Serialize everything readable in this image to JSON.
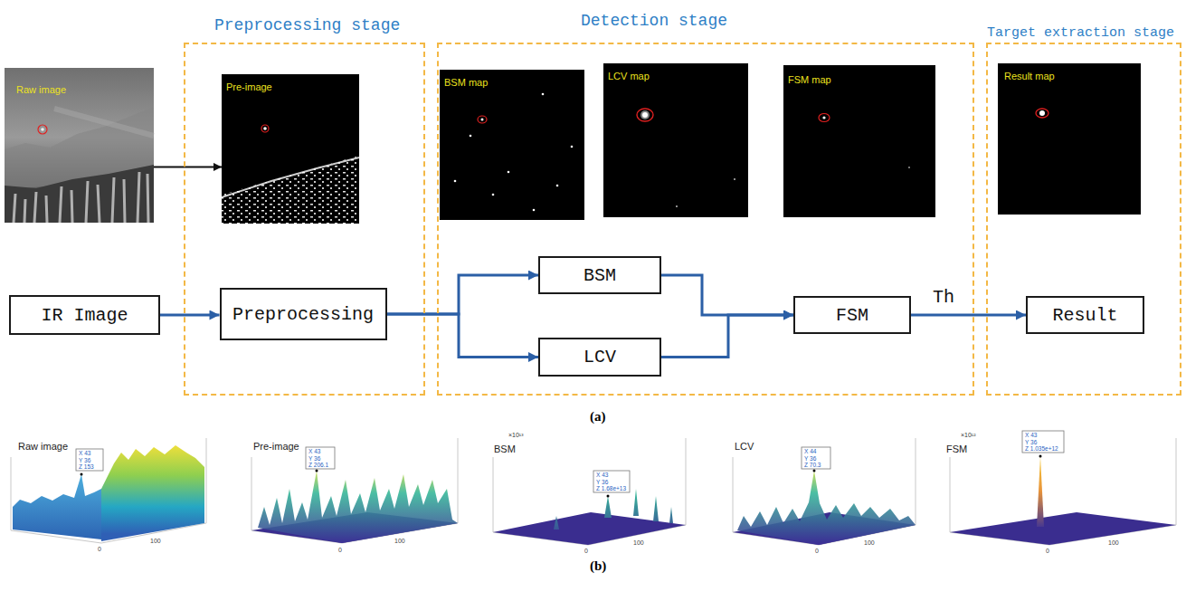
{
  "diagram": {
    "nodes": [
      {
        "text": [
          "Preprocessing stage"
        ]
      },
      {
        "text": [
          "Detection stage"
        ]
      },
      {
        "text": [
          "Target extraction stage"
        ]
      },
      {
        "text": [
          "Raw image"
        ]
      },
      {
        "text": [
          "Pre-image"
        ],
        "in": 0
      },
      {
        "text": [
          "BSM map"
        ],
        "in": 1
      },
      {
        "text": [
          "LCV map"
        ],
        "in": 1
      },
      {
        "text": [
          "FSM map"
        ],
        "in": 1
      },
      {
        "text": [
          "Result map"
        ],
        "in": 2
      },
      {
        "text": [
          "IR Image"
        ]
      },
      {
        "text": [
          "Preprocessing"
        ],
        "in": 0
      },
      {
        "text": [
          "BSM"
        ],
        "in": 1
      },
      {
        "text": [
          "LCV"
        ],
        "in": 1
      },
      {
        "text": [
          "FSM"
        ],
        "in": 1
      },
      {
        "text": [
          "Result"
        ],
        "in": 2
      }
    ],
    "edges": [
      {
        "from": 3,
        "to": 4,
        "arrow": "to"
      },
      {
        "from": 9,
        "to": 10,
        "arrow": "to"
      },
      {
        "from": 10,
        "to": 11,
        "arrow": "to"
      },
      {
        "from": 10,
        "to": 12,
        "arrow": "to"
      },
      {
        "from": 11,
        "to": 13,
        "arrow": "to"
      },
      {
        "from": 12,
        "to": 13,
        "arrow": "to"
      },
      {
        "from": 13,
        "to": 14,
        "arrow": "to",
        "label": "Th"
      }
    ],
    "labels": [
      "(a)",
      "(b)",
      "Raw image",
      "X 43",
      "Y 36",
      "Z 153",
      "0",
      "100",
      "Pre-image",
      "X 43",
      "Y 36",
      "Z 206.1",
      "0",
      "100",
      "BSM",
      "X 43",
      "Y 36",
      "Z 1.68e+13",
      "×10¹³",
      "0",
      "100",
      "LCV",
      "X 44",
      "Y 36",
      "Z 70.3",
      "0",
      "100",
      "FSM",
      "X 43",
      "Y 36",
      "Z 1.035e+12",
      "×10¹²",
      "0",
      "100"
    ]
  }
}
